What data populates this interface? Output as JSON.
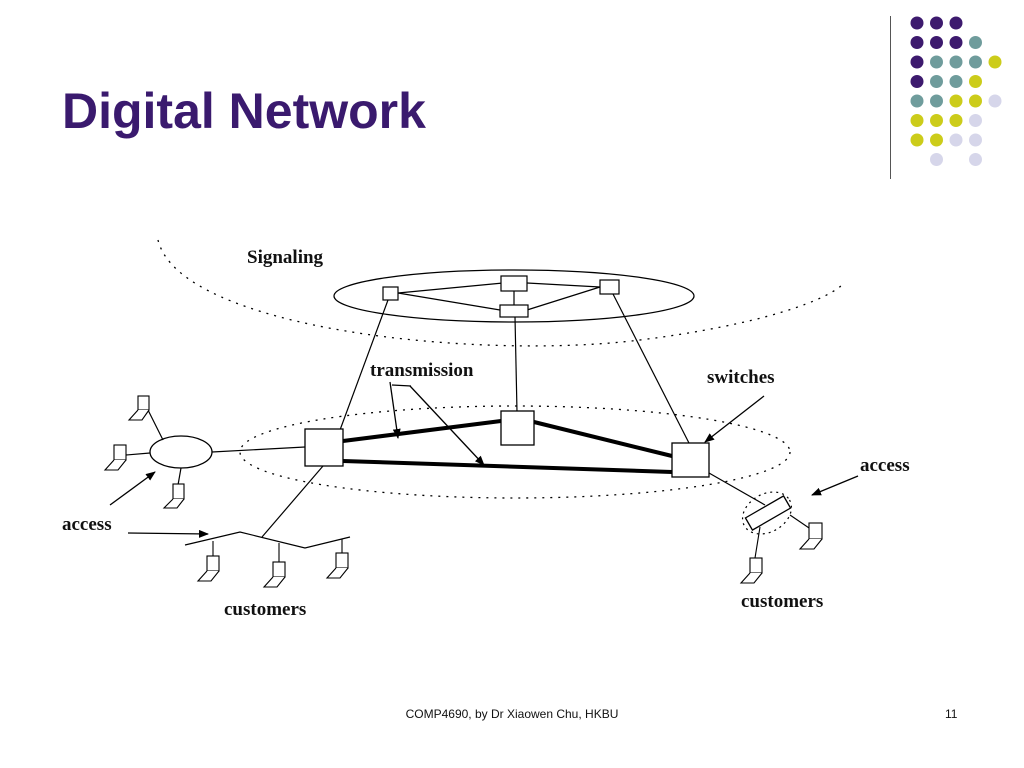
{
  "slide": {
    "title": "Digital Network",
    "footer": "COMP4690, by Dr Xiaowen Chu,  HKBU",
    "page_number": "11"
  },
  "diagram": {
    "labels": {
      "signaling": "Signaling",
      "transmission": "transmission",
      "switches": "switches",
      "access_left": "access",
      "access_right": "access",
      "customers_left": "customers",
      "customers_right": "customers"
    }
  },
  "colors": {
    "title": "#3a1a6e",
    "dot_purple": "#3d1a6e",
    "dot_teal": "#6f9c9c",
    "dot_yellow": "#cccc1a",
    "dot_lavender": "#d6d6ea"
  },
  "decoration": {
    "dot_grid": [
      [
        "purple",
        "purple",
        "purple",
        "",
        "",
        ""
      ],
      [
        "purple",
        "purple",
        "purple",
        "teal",
        "",
        ""
      ],
      [
        "purple",
        "teal",
        "teal",
        "teal",
        "yellow",
        ""
      ],
      [
        "purple",
        "teal",
        "teal",
        "yellow",
        "",
        ""
      ],
      [
        "teal",
        "teal",
        "yellow",
        "yellow",
        "lavender",
        ""
      ],
      [
        "yellow",
        "yellow",
        "yellow",
        "lavender",
        "",
        ""
      ],
      [
        "yellow",
        "yellow",
        "lavender",
        "lavender",
        "",
        ""
      ],
      [
        "",
        "lavender",
        "",
        "lavender",
        "",
        ""
      ]
    ]
  }
}
